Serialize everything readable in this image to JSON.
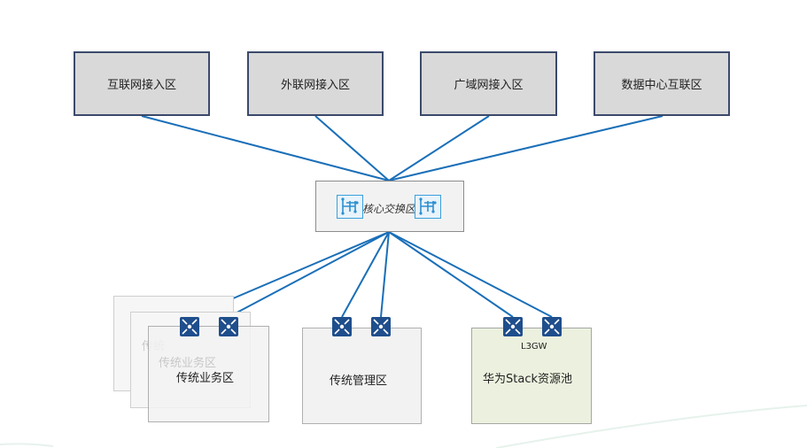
{
  "top_zones": [
    {
      "label": "互联网接入区"
    },
    {
      "label": "外联网接入区"
    },
    {
      "label": "广域网接入区"
    },
    {
      "label": "数据中心互联区"
    }
  ],
  "core": {
    "label": "核心交换区"
  },
  "traditional_business": {
    "label": "传统业务区",
    "ghost_label": "传统业务区",
    "ghost_label2": "传统"
  },
  "traditional_mgmt": {
    "label": "传统管理区"
  },
  "huawei_stack": {
    "label": "华为Stack资源池",
    "gateway_label": "L3GW"
  },
  "colors": {
    "line": "#1a6fb8",
    "zone_border": "#3b4a6b",
    "switch": "#1f4e8c",
    "green_fill": "#ebf1de"
  }
}
